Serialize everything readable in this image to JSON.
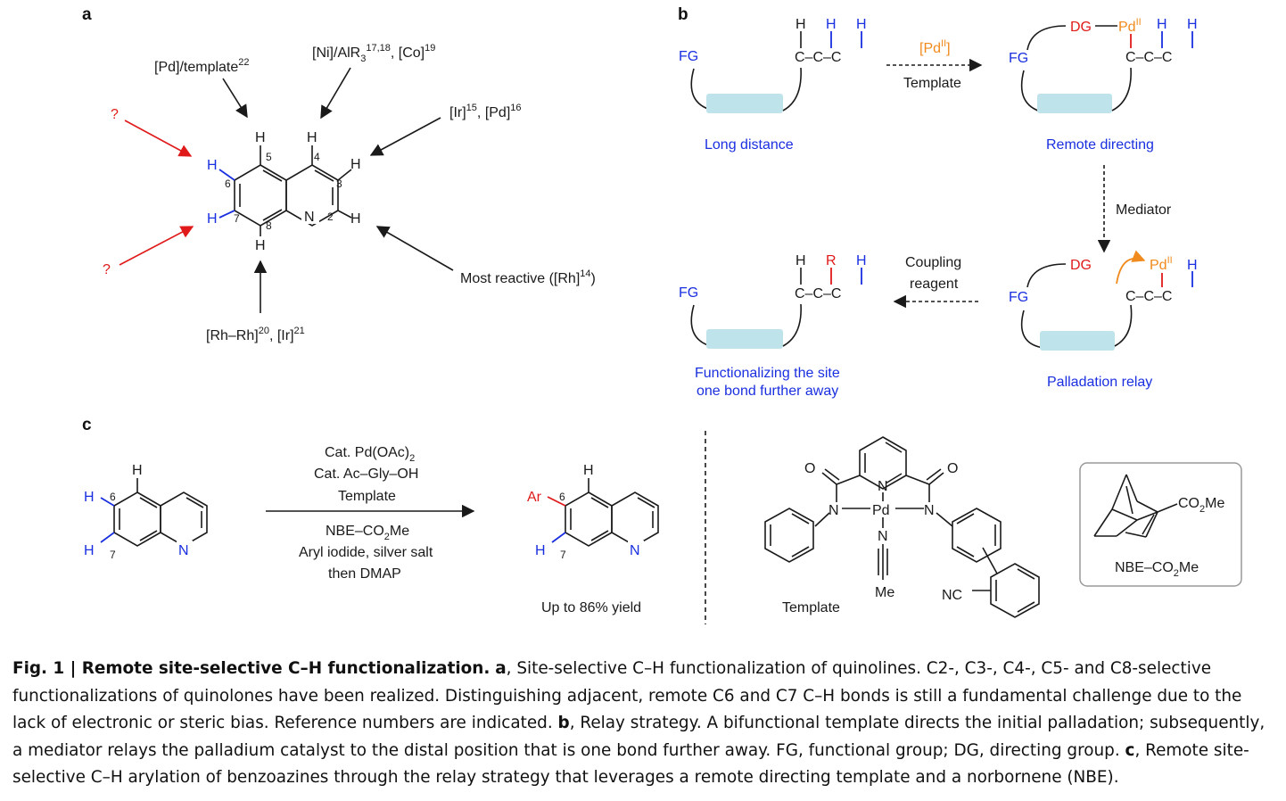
{
  "panel_a": {
    "label": "a",
    "ref_pd_template": "[Pd]/template",
    "ref_pd_template_sup": "22",
    "ref_ni": "[Ni]/AlR",
    "ref_ni_sub": "3",
    "ref_ni_sup": "17,18",
    "ref_co": ", [Co]",
    "ref_co_sup": "19",
    "ref_ir": "[Ir]",
    "ref_ir_sup": "15",
    "ref_pd": ", [Pd]",
    "ref_pd_sup": "16",
    "most_reactive": "Most reactive ([Rh]",
    "most_reactive_sup": "14",
    "most_reactive_end": ")",
    "rhrh": "[Rh–Rh]",
    "rhrh_sup": "20",
    "ir21": ", [Ir]",
    "ir21_sup": "21",
    "question": "?",
    "atom_H": "H",
    "atom_N": "N",
    "pos": [
      "5",
      "4",
      "3",
      "2",
      "8",
      "7",
      "6"
    ]
  },
  "panel_b": {
    "label": "b",
    "fg": "FG",
    "dg": "DG",
    "pd": "Pd",
    "pd_sup": "II",
    "pd_reagent": "[Pd",
    "pd_reagent_sup": "II",
    "pd_reagent_end": "]",
    "template": "Template",
    "mediator": "Mediator",
    "coupling_1": "Coupling",
    "coupling_2": "reagent",
    "long_distance": "Long distance",
    "remote_directing": "Remote directing",
    "palladation_relay": "Palladation relay",
    "functionalizing_1": "Functionalizing the site",
    "functionalizing_2": "one bond further away",
    "chain": "C–C–C",
    "atom_H": "H",
    "atom_R": "R"
  },
  "panel_c": {
    "label": "c",
    "cond_1": "Cat. Pd(OAc)",
    "cond_1_sub": "2",
    "cond_2": "Cat. Ac–Gly–OH",
    "cond_3": "Template",
    "cond_4": "NBE–CO",
    "cond_4_sub": "2",
    "cond_4_end": "Me",
    "cond_5": "Aryl iodide, silver salt",
    "cond_6": "then DMAP",
    "yield": "Up to 86% yield",
    "template_label": "Template",
    "nbe_label": "NBE–CO",
    "nbe_label_sub": "2",
    "nbe_label_end": "Me",
    "co2me": "CO",
    "co2me_sub": "2",
    "co2me_end": "Me",
    "ar": "Ar",
    "atom_H": "H",
    "atom_N": "N",
    "atom_O": "O",
    "pd_atom": "Pd",
    "me": "Me",
    "nc": "NC",
    "pos6": "6",
    "pos7": "7"
  },
  "caption": {
    "lead": "Fig. 1 | Remote site-selective C–H functionalization.",
    "a_label": "a",
    "a_text": ", Site-selective C–H functionalization of quinolines. C2-, C3-, C4-, C5- and C8-selective functionalizations of quinolones have been realized. Distinguishing adjacent, remote C6 and C7 C–H bonds is still a fundamental challenge due to the lack of electronic or steric bias. Reference numbers are indicated.",
    "b_label": "b",
    "b_text": ", Relay strategy. A bifunctional template directs the initial palladation; subsequently, a mediator relays the palladium catalyst to the distal position that is one bond further away. FG, functional group; DG, directing group.",
    "c_label": "c",
    "c_text": ", Remote site-selective C–H arylation of benzoazines through the relay strategy that leverages a remote directing template and a norbornene (NBE)."
  }
}
